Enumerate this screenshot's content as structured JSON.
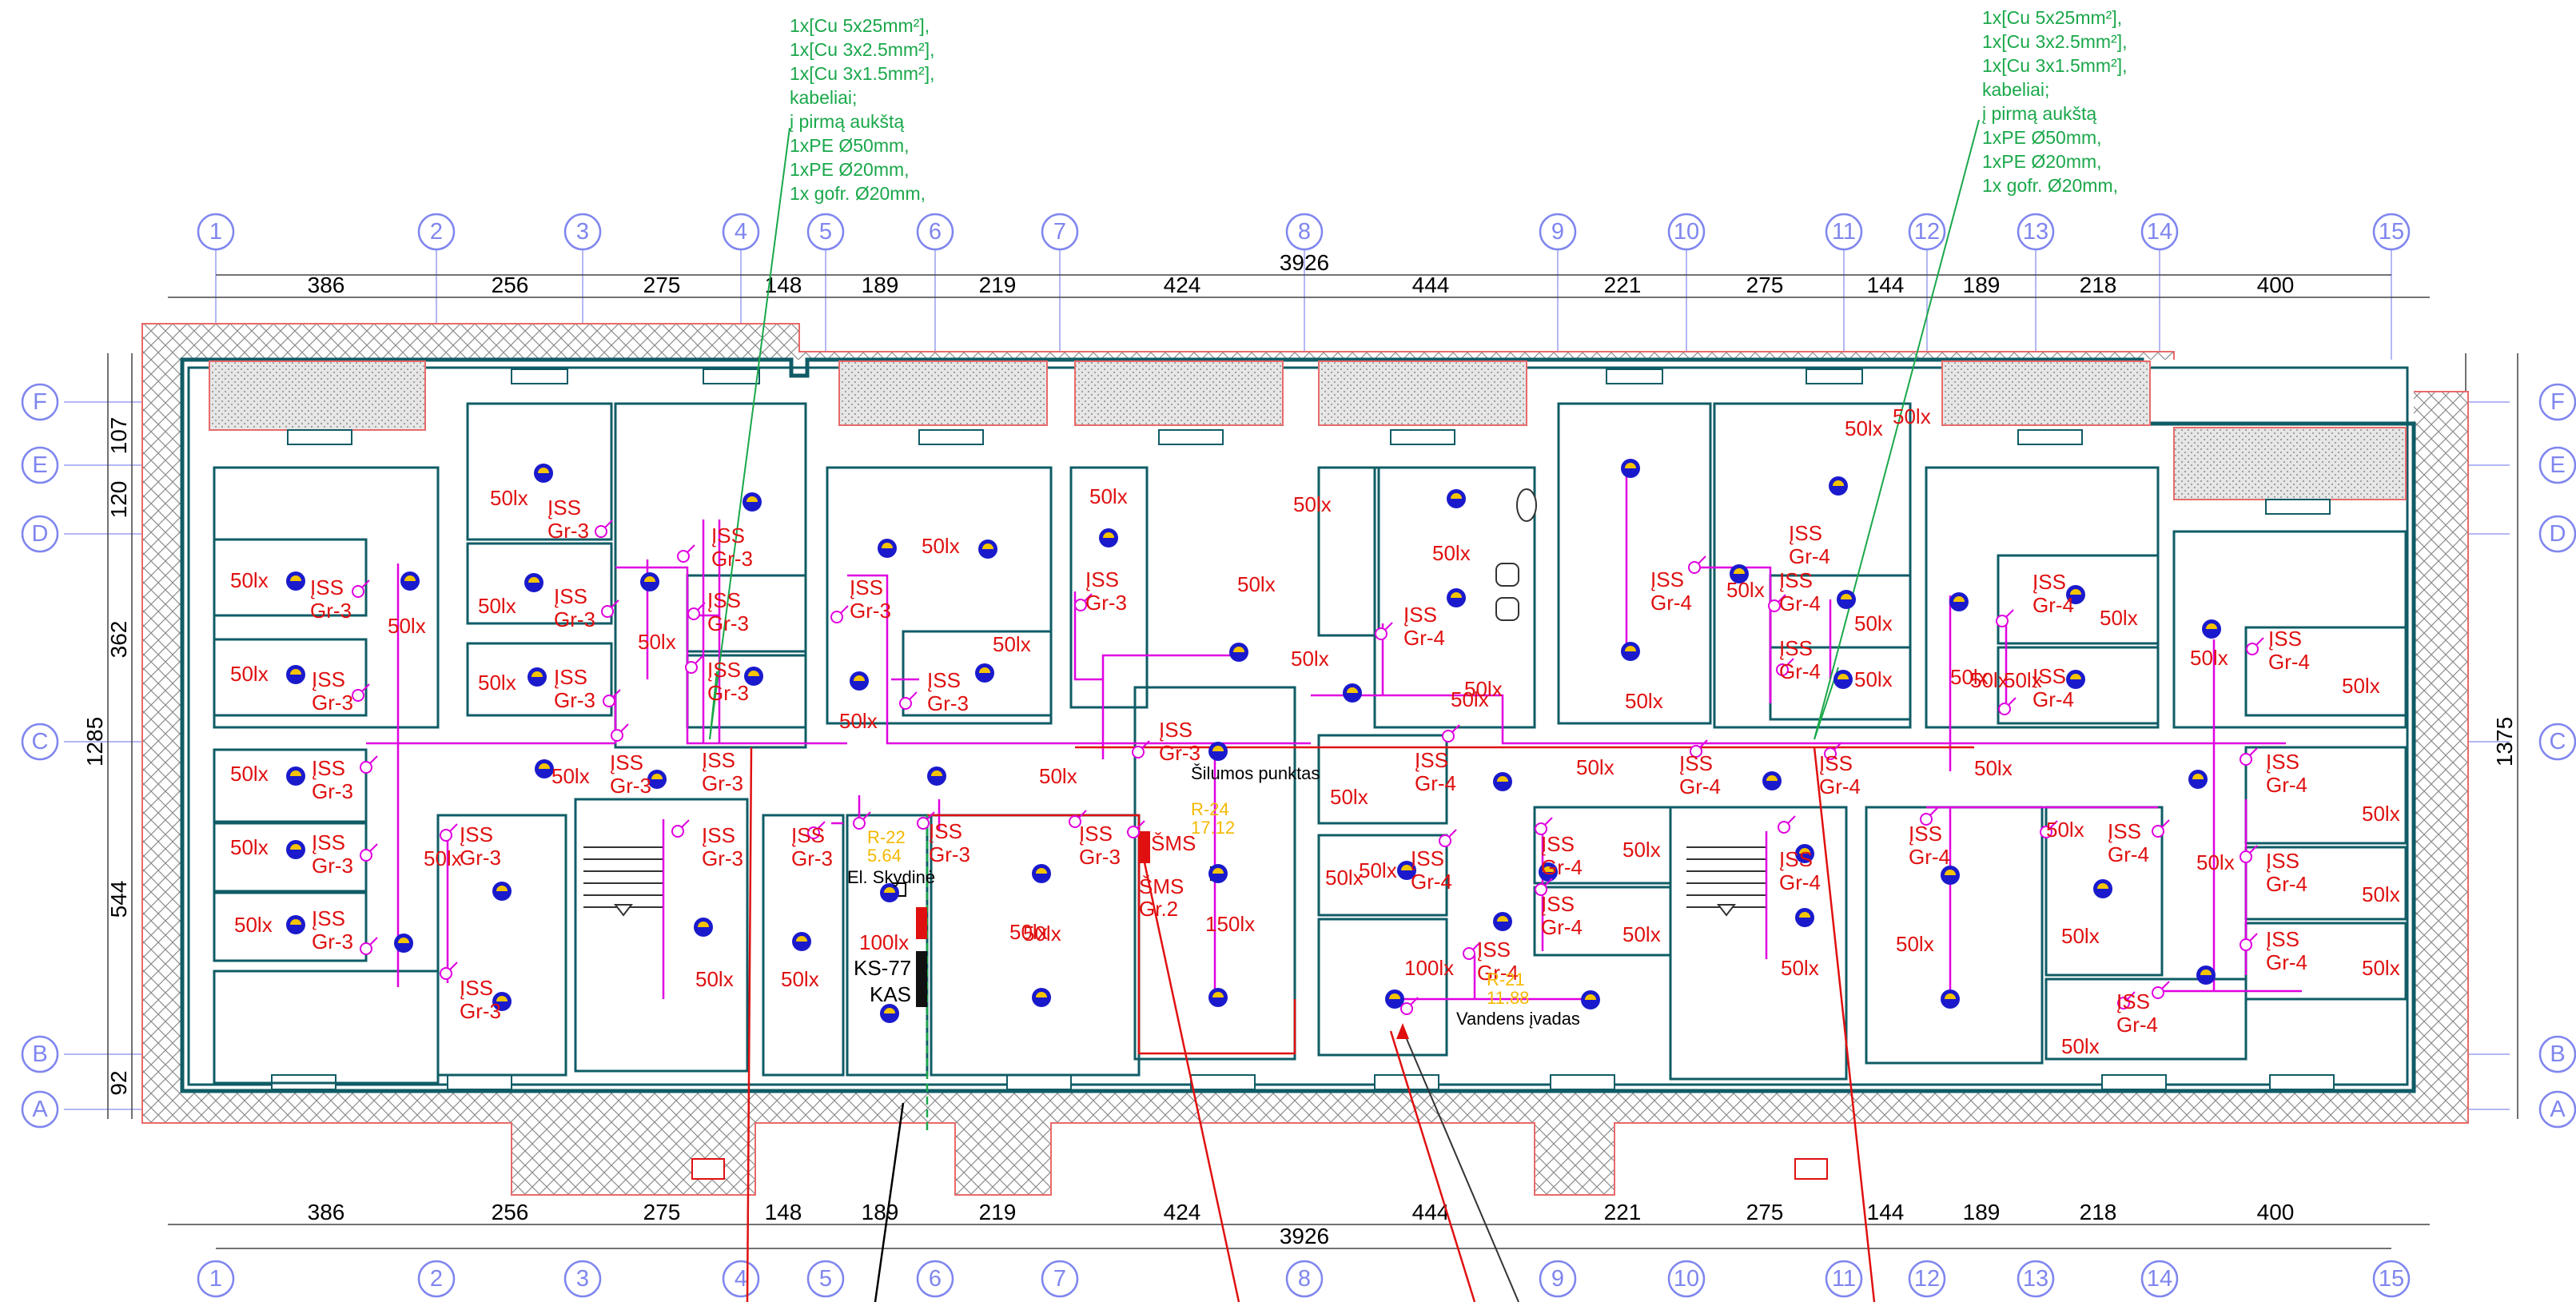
{
  "colors": {
    "grid": "#7f86ee",
    "wall": "#0f5c66",
    "lighting_text": "#e01010",
    "wiring": "#e000e0",
    "cable_note": "#1aa84a",
    "panel_label": "#f5b800"
  },
  "grid": {
    "columns": [
      "1",
      "2",
      "3",
      "4",
      "5",
      "6",
      "7",
      "8",
      "9",
      "10",
      "11",
      "12",
      "13",
      "14",
      "15"
    ],
    "rows": [
      "F",
      "E",
      "D",
      "C",
      "B",
      "A"
    ]
  },
  "dimensions": {
    "total_top": "3926",
    "total_bottom": "3926",
    "segments": [
      "386",
      "256",
      "275",
      "148",
      "189",
      "219",
      "424",
      "444",
      "221",
      "275",
      "144",
      "189",
      "218",
      "400"
    ],
    "left_total": "1285",
    "right_total": "1375",
    "rows": [
      "107",
      "120",
      "362",
      "544",
      "92"
    ]
  },
  "cable_notes": [
    [
      "1x[Cu 5x25mm²],",
      "1x[Cu 3x2.5mm²],",
      "1x[Cu 3x1.5mm²],",
      "kabeliai;",
      "į pirmą aukštą",
      "1xPE Ø50mm,",
      "1xPE Ø20mm,",
      "1x gofr. Ø20mm,"
    ],
    [
      "1x[Cu 5x25mm²],",
      "1x[Cu 3x2.5mm²],",
      "1x[Cu 3x1.5mm²],",
      "kabeliai;",
      "į pirmą aukštą",
      "1xPE Ø50mm,",
      "1xPE Ø20mm,",
      "1x gofr. Ø20mm,"
    ]
  ],
  "labels": {
    "lux50": "50lx",
    "lux100": "100lx",
    "lux150": "150lx",
    "iss": "ĮSS",
    "gr3": "Gr-3",
    "gr4": "Gr-4",
    "gr2": "Gr.2",
    "sms": "ŠMS",
    "heat_point": "Šilumos punktas",
    "el_board": "El. Skydinė",
    "ks77": "KS-77",
    "kas": "KAS",
    "water_inlet": "Vandens įvadas",
    "r22": "R-22",
    "r22_val": "5.64",
    "r24": "R-24",
    "r24_val": "17.12",
    "r21": "R-21",
    "r21_val": "11.88"
  }
}
